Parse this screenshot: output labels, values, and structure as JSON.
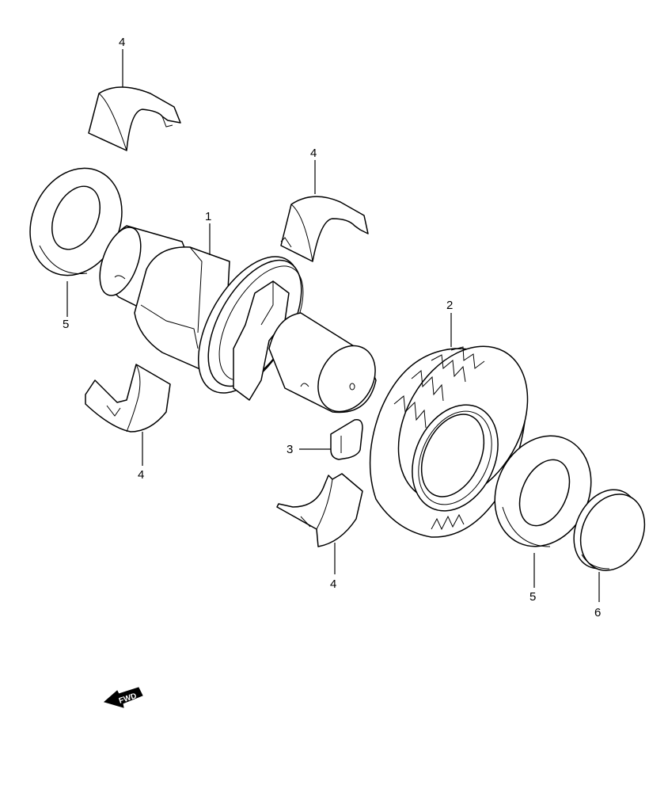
{
  "callouts": {
    "shaft": "1",
    "gear": "2",
    "key": "3",
    "bearing_top": "4",
    "bearing_mid": "4",
    "bearing_left": "4",
    "bearing_bottom": "4",
    "washer_left": "5",
    "washer_right": "5",
    "cap": "6"
  },
  "fwd_label": "FWD",
  "icons": [
    "fwd-arrow-icon"
  ]
}
